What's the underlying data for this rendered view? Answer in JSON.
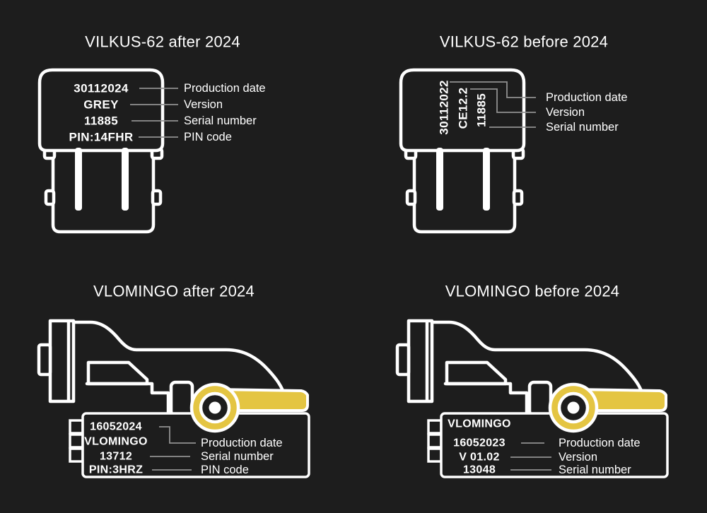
{
  "colors": {
    "background": "#1d1d1d",
    "outline": "#ffffff",
    "leader": "#919191",
    "accent_yellow": "#e4c542",
    "text_primary": "#ffffff"
  },
  "panels": {
    "vilkus_after": {
      "title": "VILKUS-62 after 2024",
      "fields": [
        {
          "value": "30112024",
          "label": "Production date"
        },
        {
          "value": "GREY",
          "label": "Version"
        },
        {
          "value": "11885",
          "label": "Serial number"
        },
        {
          "value": "PIN:14FHR",
          "label": "PIN code"
        }
      ]
    },
    "vilkus_before": {
      "title": "VILKUS-62 before 2024",
      "fields": [
        {
          "value": "30112022",
          "label": "Production date"
        },
        {
          "value": "CE12.2",
          "label": "Version"
        },
        {
          "value": "11885",
          "label": "Serial number"
        }
      ]
    },
    "vlomingo_after": {
      "title": "VLOMINGO after 2024",
      "fields": [
        {
          "value": "16052024",
          "label": "Production date"
        },
        {
          "value": "VLOMINGO",
          "label": ""
        },
        {
          "value": "13712",
          "label": "Serial number"
        },
        {
          "value": "PIN:3HRZ",
          "label": "PIN code"
        }
      ]
    },
    "vlomingo_before": {
      "title": "VLOMINGO before 2024",
      "fields": [
        {
          "value": "VLOMINGO",
          "label": ""
        },
        {
          "value": "16052023",
          "label": "Production date"
        },
        {
          "value": "V 01.02",
          "label": "Version"
        },
        {
          "value": "13048",
          "label": "Serial number"
        }
      ]
    }
  }
}
